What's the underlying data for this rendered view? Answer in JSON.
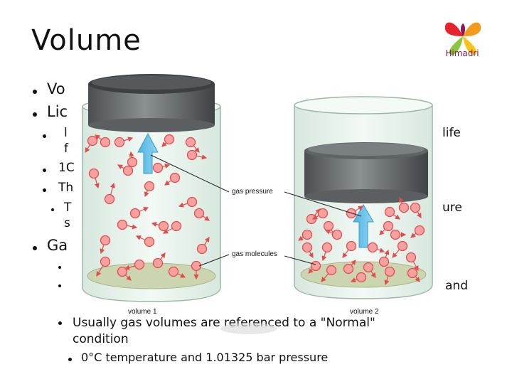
{
  "slide": {
    "title": "Volume",
    "logo_text": "Himadri",
    "bullets": {
      "b1": "Vo",
      "b2": "Lic",
      "b3_frag": "l",
      "b3_end": "life",
      "b3_line2": "f",
      "b4": "1C",
      "b5": "Th",
      "b6": "T",
      "b6_end": "ure",
      "b6_line2": "s",
      "b7": "Ga",
      "b8_end": "and",
      "b9": "Usually gas volumes are referenced to a \"Normal\"",
      "b9_line2": "condition",
      "b10": "0°C temperature and 1.01325 bar pressure"
    }
  },
  "figure": {
    "label_pressure": "gas pressure",
    "label_molecules": "gas molecules",
    "caption_left": "volume 1",
    "caption_right": "volume 2"
  },
  "colors": {
    "molecule_fill": "#f6a0a0",
    "molecule_stroke": "#e34c4c",
    "arrow_blue": "#6ec6ea",
    "piston_gray": "#5f6366",
    "glass_tint": "#e4f0ea",
    "base_green": "#cbd5b0"
  }
}
